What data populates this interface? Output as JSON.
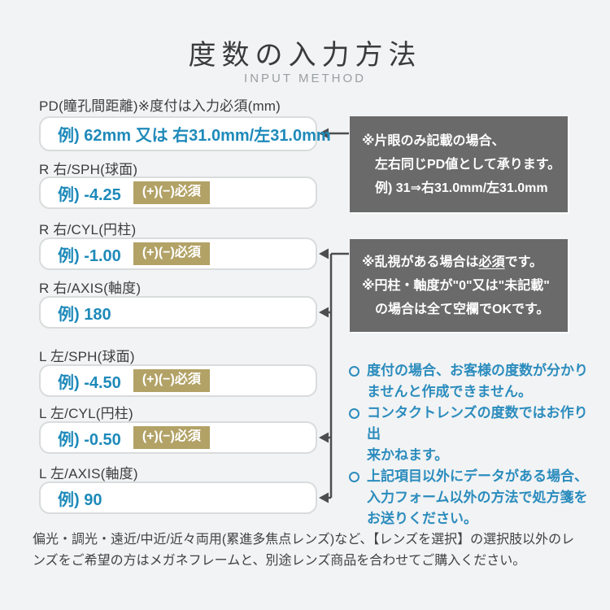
{
  "header": {
    "title": "度数の入力方法",
    "subtitle": "INPUT METHOD"
  },
  "palette": {
    "accent_blue": "#1e8aba",
    "badge_gold": "#b2a266",
    "note_gray_bg": "#6a6a6a",
    "arrow_gray": "#4b4e4e",
    "page_bg": "#f2f3f4"
  },
  "fields": [
    {
      "label": "PD(瞳孔間距離)※度付は入力必須(mm)",
      "example": "例) 62mm 又は 右31.0mm/左31.0mm"
    },
    {
      "label": "R 右/SPH(球面)",
      "example": "例) -4.25",
      "badge": "(+)(−)必須"
    },
    {
      "label": "R 右/CYL(円柱)",
      "example": "例) -1.00",
      "badge": "(+)(−)必須"
    },
    {
      "label": "R 右/AXIS(軸度)",
      "example": "例) 180"
    },
    {
      "label": "L 左/SPH(球面)",
      "example": "例) -4.50",
      "badge": "(+)(−)必須"
    },
    {
      "label": "L 左/CYL(円柱)",
      "example": "例) -0.50",
      "badge": "(+)(−)必須"
    },
    {
      "label": "L 左/AXIS(軸度)",
      "example": "例) 90"
    }
  ],
  "pd_note": {
    "line1": "※片眼のみ記載の場合、",
    "line2": "左右同じPD値として承ります。",
    "line3": "例) 31⇒右31.0mm/左31.0mm"
  },
  "cyl_note": {
    "line1_pre": "※乱視がある場合は",
    "line1_em": "必須",
    "line1_post": "です。",
    "line2": "※円柱・軸度が\"0\"又は\"未記載\"",
    "line3": "の場合は全て空欄でOKです。"
  },
  "bullets": [
    {
      "text": "度付の場合、お客様の度数が分かり\nませんと作成できません。"
    },
    {
      "text": "コンタクトレンズの度数ではお作り出\n来かねます。"
    },
    {
      "text": "上記項目以外にデータがある場合、\n入力フォーム以外の方法で処方箋を\nお送りください。"
    }
  ],
  "footer": {
    "text": "偏光・調光・遠近/中近/近々両用(累進多焦点レンズ)など、【レンズを選択】の選択肢以外のレンズをご希望の方はメガネフレームと、別途レンズ商品を合わせてご購入ください。"
  }
}
